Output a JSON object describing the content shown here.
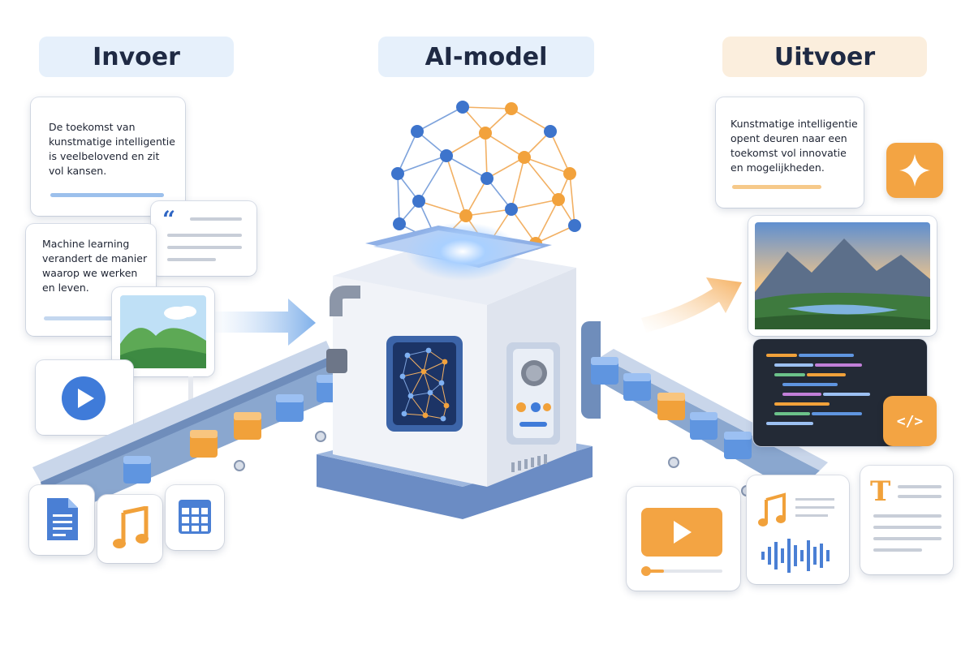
{
  "headings": {
    "input": "Invoer",
    "model": "AI-model",
    "output": "Uitvoer"
  },
  "input_cards": {
    "text_1": [
      "De toekomst van",
      "kunstmatige intelligentie",
      "is veelbelovend en zit",
      "vol kansen."
    ],
    "text_2": [
      "Machine learning",
      "verandert de manier",
      "waarop we werken",
      "en leven."
    ],
    "quote_mark": "“"
  },
  "output_cards": {
    "text_1": [
      "Kunstmatige intelligentie",
      "opent deuren naar een",
      "toekomst vol innovatie",
      "en mogelijkheden."
    ],
    "code_symbol": "</>",
    "text_doc_letter": "T"
  },
  "icons": {
    "input": [
      "quote-icon",
      "landscape-image-icon",
      "video-play-icon",
      "document-icon",
      "music-note-icon",
      "table-grid-icon"
    ],
    "model": [
      "neural-network-icon",
      "control-knob-icon"
    ],
    "output": [
      "sparkle-icon",
      "landscape-photo-icon",
      "code-editor-icon",
      "code-brackets-icon",
      "video-player-icon",
      "audio-waveform-icon",
      "text-document-icon"
    ]
  },
  "colors": {
    "accent_blue": "#4a7fd4",
    "accent_orange": "#f2a23c",
    "heading_blue_bg": "#e6f0fb",
    "heading_orange_bg": "#fbeedd",
    "heading_text": "#1f2a44"
  }
}
